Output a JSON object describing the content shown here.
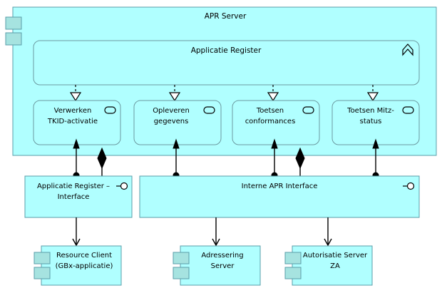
{
  "diagram": {
    "title": "APR Server",
    "notation": "ArchiMate",
    "colors": {
      "node_fill": "#b0ffff",
      "node_stroke": "#5a9ea8",
      "tab_fill": "#a6e3e0",
      "connector": "#000000",
      "background": "#ffffff"
    }
  },
  "container": {
    "label": "APR Server",
    "type": "application-component",
    "icon": "component-tabs-icon"
  },
  "application_function": {
    "label": "Applicatie Register",
    "type": "application-function",
    "icon": "application-function-chevron-icon"
  },
  "services": [
    {
      "label_line1": "Verwerken",
      "label_line2": "TKID-activatie",
      "type": "application-service",
      "icon": "application-service-rounded-icon"
    },
    {
      "label_line1": "Opleveren",
      "label_line2": "gegevens",
      "type": "application-service",
      "icon": "application-service-rounded-icon"
    },
    {
      "label_line1": "Toetsen",
      "label_line2": "conformances",
      "type": "application-service",
      "icon": "application-service-rounded-icon"
    },
    {
      "label_line1": "Toetsen Mitz-",
      "label_line2": "status",
      "type": "application-service",
      "icon": "application-service-rounded-icon"
    }
  ],
  "interfaces": [
    {
      "label_line1": "Applicatie Register –",
      "label_line2": "Interface",
      "type": "application-interface",
      "icon": "interface-lollipop-icon"
    },
    {
      "label_line1": "Interne APR Interface",
      "label_line2": "",
      "type": "application-interface",
      "icon": "interface-lollipop-icon"
    }
  ],
  "components": [
    {
      "label_line1": "Resource Client",
      "label_line2": "(GBx-applicatie)",
      "type": "application-component",
      "icon": "component-tabs-icon"
    },
    {
      "label_line1": "Adressering",
      "label_line2": "Server",
      "type": "application-component",
      "icon": "component-tabs-icon"
    },
    {
      "label_line1": "Autorisatie Server",
      "label_line2": "ZA",
      "type": "application-component",
      "icon": "component-tabs-icon"
    }
  ],
  "relationships": {
    "realization_label": "realization",
    "assignment_label": "assignment",
    "composition_label": "composition",
    "serving_label": "serving"
  }
}
